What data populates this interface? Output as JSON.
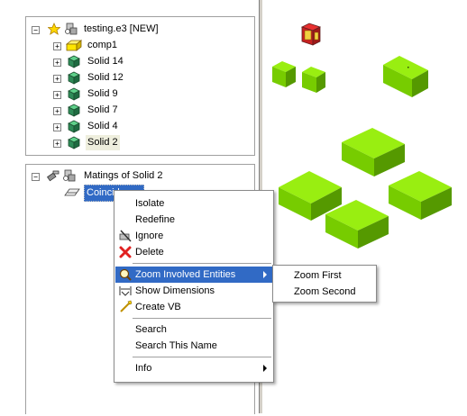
{
  "tree": {
    "root_label": "testing.e3 [NEW]",
    "items": [
      {
        "label": "comp1"
      },
      {
        "label": "Solid 14"
      },
      {
        "label": "Solid 12"
      },
      {
        "label": "Solid 9"
      },
      {
        "label": "Solid 7"
      },
      {
        "label": "Solid 4"
      },
      {
        "label": "Solid 2"
      }
    ]
  },
  "matings": {
    "root_label": "Matings of Solid 2",
    "child_label": "Coincidence"
  },
  "context_menu": {
    "items": [
      {
        "label": "Isolate"
      },
      {
        "label": "Redefine"
      },
      {
        "label": "Ignore",
        "icon": "ignore-icon"
      },
      {
        "label": "Delete",
        "icon": "delete-icon"
      },
      {
        "label": "Zoom Involved Entities",
        "icon": "zoom-icon"
      },
      {
        "label": "Show Dimensions",
        "icon": "dimensions-icon"
      },
      {
        "label": "Create VB",
        "icon": "create-vb-icon"
      },
      {
        "label": "Search"
      },
      {
        "label": "Search This Name"
      },
      {
        "label": "Info"
      }
    ]
  },
  "submenu": {
    "items": [
      {
        "label": "Zoom First"
      },
      {
        "label": "Zoom Second"
      }
    ]
  },
  "colors": {
    "selection": "#316ac5",
    "solid_top": "#99ee11",
    "solid_side": "#559900",
    "solid_icon": "#2e8b57",
    "comp_icon": "#ffe600"
  }
}
